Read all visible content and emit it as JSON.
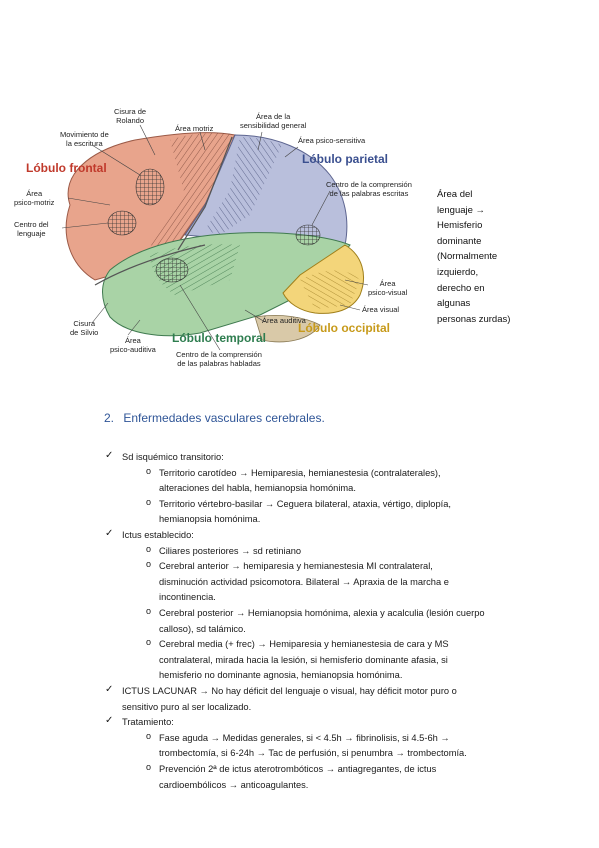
{
  "figure": {
    "lobes": {
      "frontal": "Lóbulo frontal",
      "parietal": "Lóbulo parietal",
      "temporal": "Lóbulo temporal",
      "occipital": "Lóbulo occipital"
    },
    "labels": {
      "rolando": [
        "Cisura de",
        "Rolando"
      ],
      "motriz": [
        "Área motriz"
      ],
      "sensibilidad": [
        "Área de la",
        "sensibilidad general"
      ],
      "psico_sensitiva": [
        "Área psico-sensitiva"
      ],
      "escritura": [
        "Movimiento de",
        "la escritura"
      ],
      "psico_motriz": [
        "Área",
        "psico-motriz"
      ],
      "centro_lenguaje": [
        "Centro del",
        "lenguaje"
      ],
      "escritas": [
        "Centro de la comprensión",
        "de las palabras escritas"
      ],
      "psico_visual": [
        "Área",
        "psico-visual"
      ],
      "visual": [
        "Área visual"
      ],
      "auditiva": [
        "Área auditiva"
      ],
      "silvio": [
        "Cisura",
        "de Silvio"
      ],
      "psico_auditiva": [
        "Área",
        "psico-auditiva"
      ],
      "habladas": [
        "Centro de la comprensión",
        "de las palabras habladas"
      ]
    },
    "colors": {
      "frontal": "#e8a48c",
      "parietal": "#b9bfdc",
      "temporal": "#a9d3a6",
      "occipital": "#f3d57a",
      "frontal_title": "#c0392b",
      "parietal_title": "#3a4f8f",
      "temporal_title": "#2e7d4f",
      "occipital_title": "#c79a1a"
    }
  },
  "side_note": [
    "Área del",
    "lenguaje →",
    "Hemisferio",
    "dominante",
    "(Normalmente",
    "izquierdo,",
    "derecho en",
    "algunas",
    "personas zurdas)"
  ],
  "section": {
    "number": "2.",
    "title": "Enfermedades vasculares cerebrales."
  },
  "lines": [
    {
      "type": "check",
      "text": "Sd isquémico transitorio:"
    },
    {
      "type": "bullet",
      "text": "Territorio carotídeo → Hemiparesia, hemianestesia (contralaterales),"
    },
    {
      "type": "cont",
      "text": "alteraciones del habla, hemianopsia homónima."
    },
    {
      "type": "bullet",
      "text": "Territorio vértebro-basilar → Ceguera bilateral, ataxia, vértigo, diplopía,"
    },
    {
      "type": "cont",
      "text": "hemianopsia homónima."
    },
    {
      "type": "check",
      "text": "Ictus establecido:"
    },
    {
      "type": "bullet",
      "text": "Ciliares posteriores → sd retiniano"
    },
    {
      "type": "bullet",
      "text": "Cerebral anterior → hemiparesia y hemianestesia MI contralateral,"
    },
    {
      "type": "cont",
      "text": "disminución actividad psicomotora. Bilateral → Apraxia de la marcha e"
    },
    {
      "type": "cont",
      "text": "incontinencia."
    },
    {
      "type": "bullet",
      "text": "Cerebral posterior → Hemianopsia homónima, alexia y acalculia (lesión cuerpo"
    },
    {
      "type": "cont",
      "text": "calloso), sd talámico."
    },
    {
      "type": "bullet",
      "text": "Cerebral media (+ frec) → Hemiparesia y hemianestesia de cara y MS"
    },
    {
      "type": "cont",
      "text": "contralateral, mirada hacia la lesión, si hemisferio dominante afasia, si"
    },
    {
      "type": "cont",
      "text": "hemisferio no dominante agnosia, hemianopsia homónima."
    },
    {
      "type": "check",
      "text": "ICTUS LACUNAR → No hay déficit del lenguaje o visual, hay déficit motor puro o"
    },
    {
      "type": "checkcont",
      "text": "sensitivo puro al ser localizado."
    },
    {
      "type": "check",
      "text": "Tratamiento:"
    },
    {
      "type": "bullet",
      "text": "Fase aguda → Medidas generales, si < 4.5h → fibrinolisis, si 4.5-6h →"
    },
    {
      "type": "cont",
      "text": "trombectomía, si 6-24h → Tac de perfusión, si penumbra → trombectomía."
    },
    {
      "type": "bullet",
      "text": "Prevención 2ª de ictus aterotrombóticos → antiagregantes, de ictus"
    },
    {
      "type": "cont",
      "text": "cardioembólicos → anticoagulantes."
    }
  ]
}
